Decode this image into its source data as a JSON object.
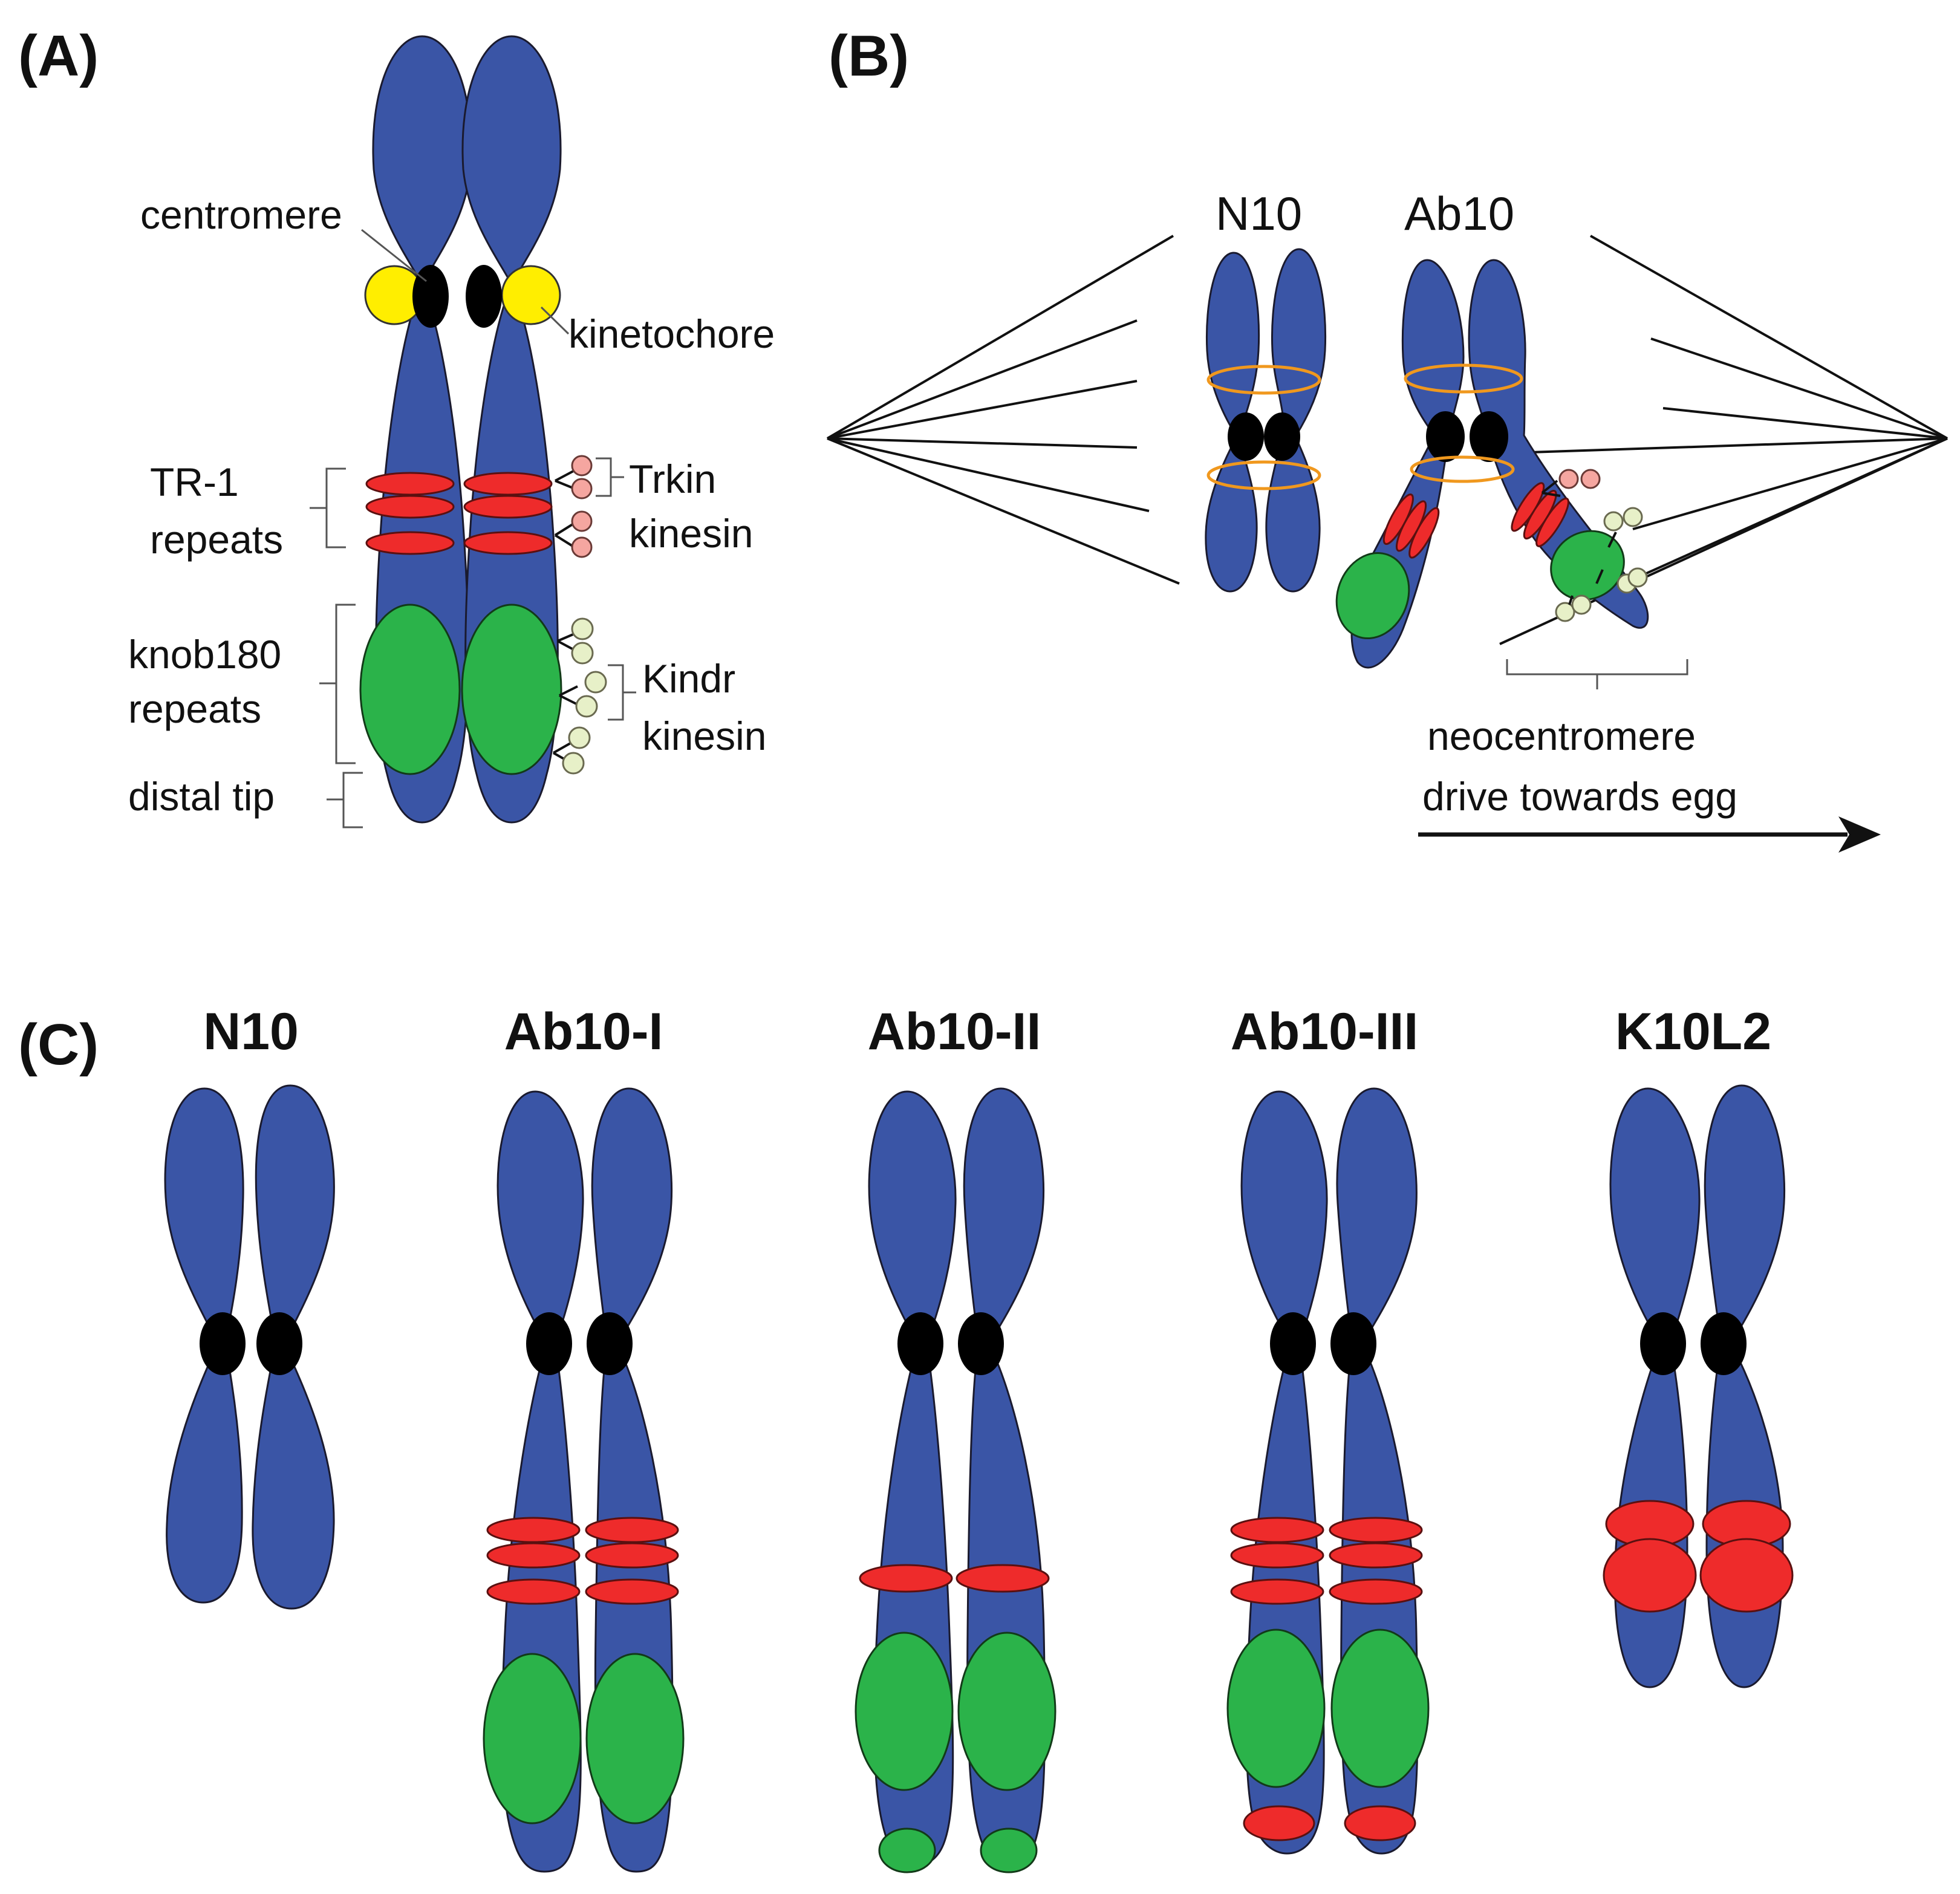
{
  "panels": {
    "a": {
      "label": "(A)",
      "centromere": "centromere",
      "kinetochore": "kinetochore",
      "tr1_line1": "TR-1",
      "tr1_line2": "repeats",
      "trkin_line1": "Trkin",
      "trkin_line2": "kinesin",
      "knob_line1": "knob180",
      "knob_line2": "repeats",
      "kindr_line1": "Kindr",
      "kindr_line2": "kinesin",
      "distal": "distal tip"
    },
    "b": {
      "label": "(B)",
      "n10": "N10",
      "ab10": "Ab10",
      "neo_line1": "neocentromere",
      "neo_line2": "drive towards egg"
    },
    "c": {
      "label": "(C)",
      "haplotypes": [
        "N10",
        "Ab10-I",
        "Ab10-II",
        "Ab10-III",
        "K10L2"
      ]
    }
  },
  "colors": {
    "chromatid": "#3a55a6",
    "centromere": "#000000",
    "kinetochore": "#ffee00",
    "tr1_repeat": "#ee2b2b",
    "knob180_repeat": "#2bb34a",
    "trkin": "#f5a6a0",
    "kindr": "#e7f0c8",
    "spindle_ring": "#f0981e"
  }
}
